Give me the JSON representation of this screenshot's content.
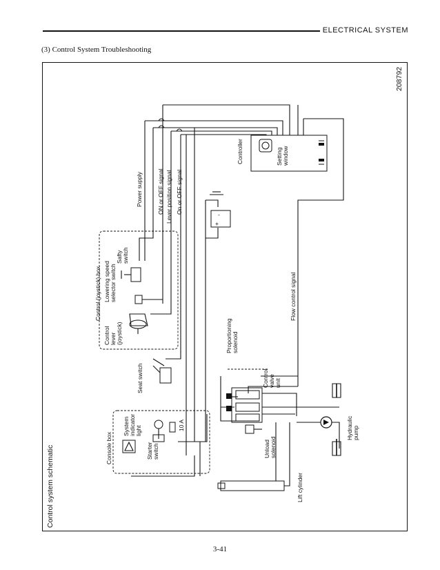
{
  "header": {
    "title": "ELECTRICAL  SYSTEM"
  },
  "section": {
    "title": "(3)  Control System Troubleshooting"
  },
  "diagram": {
    "title": "Control system schematic",
    "figure_number": "208792",
    "labels": {
      "controller": "Controller",
      "setting_window": [
        "Setting",
        "window"
      ],
      "power_supply": "Power supply",
      "on_off_signal_1": "ON or OFF signal",
      "lever_position_signal": "Lever position signal",
      "on_off_signal_2": "On or OFF signal",
      "control_box": "Control (joystick) box",
      "safety_switch": [
        "Safty",
        "switch"
      ],
      "lowering_speed": [
        "Lowering speed",
        "selector switch"
      ],
      "control_lever": [
        "Control",
        "lever",
        "(joystick)"
      ],
      "flow_control_signal": "Flow control signal",
      "proportioning_solenoid": [
        "Proportioning",
        "solenoid"
      ],
      "seat_switch": "Seat switch",
      "control_valve_unit": [
        "Control",
        "valve",
        "unit"
      ],
      "fuse": "10 A",
      "console_box": "Console box",
      "system_indicator": [
        "System",
        "indicator",
        "light"
      ],
      "starter_switch": [
        "Starter",
        "switch"
      ],
      "unload_solenoid": [
        "Unload",
        "solenoid"
      ],
      "hydraulic_pump": [
        "Hydraulic",
        "pump"
      ],
      "lift_cylinder": "Lift cylinder",
      "battery_minus": "-",
      "battery_plus": "+"
    }
  },
  "page_number": "3-41"
}
